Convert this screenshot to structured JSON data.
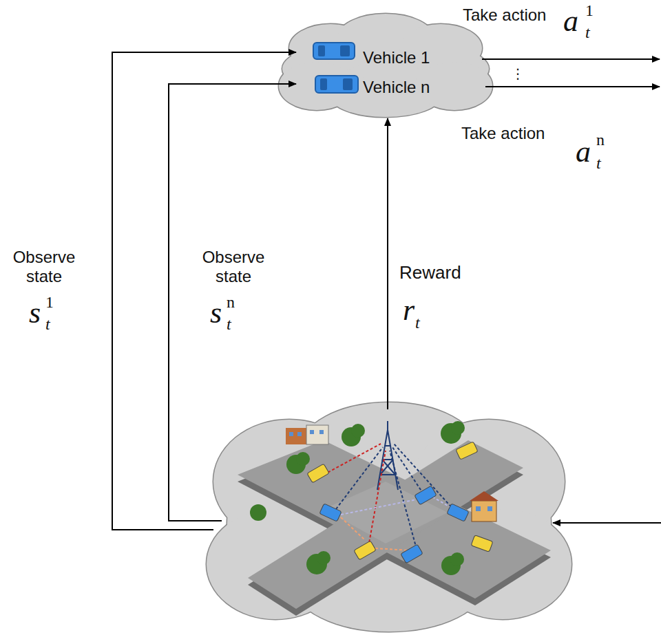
{
  "diagram": {
    "nodes": [
      {
        "text": [
          "Vehicle 1"
        ]
      },
      {
        "text": [
          "Vehicle n"
        ]
      }
    ],
    "labels": [
      "Take action",
      "a",
      "1",
      "t",
      "⋮",
      "Take action",
      "a",
      "n",
      "t",
      "Observe state",
      "s",
      "1",
      "t",
      "Observe state",
      "s",
      "n",
      "t",
      "Reward",
      "r",
      "t"
    ]
  }
}
